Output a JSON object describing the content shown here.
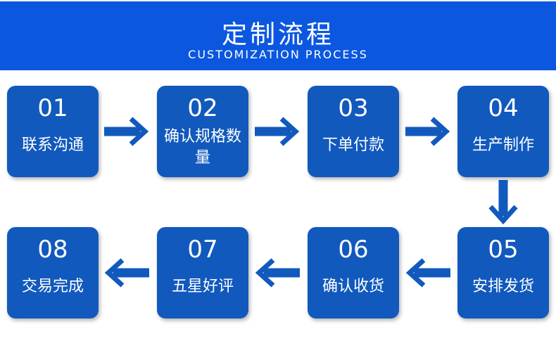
{
  "header": {
    "title": "定制流程",
    "subtitle": "CUSTOMIZATION PROCESS"
  },
  "steps": [
    {
      "num": "01",
      "label": "联系沟通"
    },
    {
      "num": "02",
      "label": "确认规格数量"
    },
    {
      "num": "03",
      "label": "下单付款"
    },
    {
      "num": "04",
      "label": "生产制作"
    },
    {
      "num": "05",
      "label": "安排发货"
    },
    {
      "num": "06",
      "label": "确认收货"
    },
    {
      "num": "07",
      "label": "五星好评"
    },
    {
      "num": "08",
      "label": "交易完成"
    }
  ],
  "colors": {
    "header": "#0b57e0",
    "box": "#1159bd",
    "arrow": "#1159bd"
  }
}
